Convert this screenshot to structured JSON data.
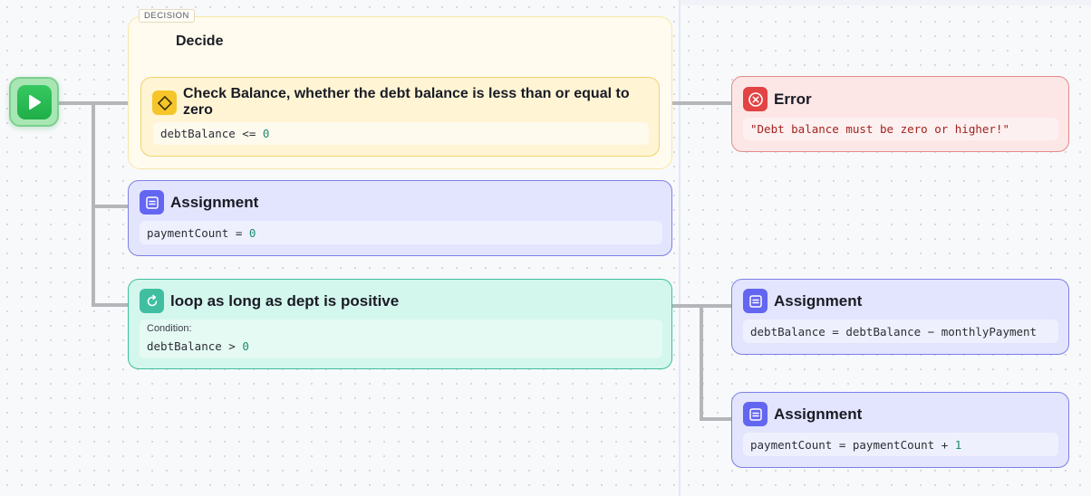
{
  "start": {
    "icon": "play-icon"
  },
  "decision": {
    "tag": "DECISION",
    "title": "Decide",
    "check": {
      "icon": "diamond-icon",
      "title": "Check Balance, whether the debt balance is less than or equal to zero",
      "code_lhs": "debtBalance <= ",
      "code_num": "0"
    }
  },
  "error": {
    "icon": "x-circle-icon",
    "title": "Error",
    "message": "\"Debt balance must be zero or higher!\""
  },
  "assignment_1": {
    "icon": "list-icon",
    "title": "Assignment",
    "code_lhs": "paymentCount = ",
    "code_num": "0"
  },
  "loop": {
    "icon": "loop-arrow-icon",
    "title": "loop as long as dept is positive",
    "condition_label": "Condition:",
    "code_lhs": "debtBalance > ",
    "code_num": "0"
  },
  "assignment_2": {
    "icon": "list-icon",
    "title": "Assignment",
    "code": "debtBalance = debtBalance − monthlyPayment"
  },
  "assignment_3": {
    "icon": "list-icon",
    "title": "Assignment",
    "code_lhs": "paymentCount = paymentCount + ",
    "code_num": "1"
  },
  "colors": {
    "decision": "#f6c52a",
    "assignment": "#6366f1",
    "loop": "#3fbfa0",
    "error": "#e24343",
    "start": "#22b14c"
  }
}
